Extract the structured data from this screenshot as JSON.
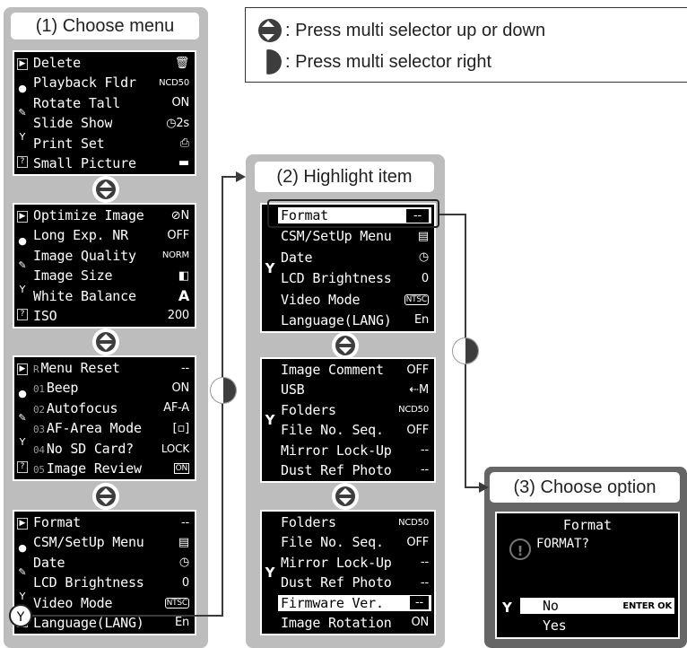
{
  "legend": {
    "updown_text": ": Press multi selector up or down",
    "right_text": ": Press multi selector right"
  },
  "step1": {
    "title": "(1) Choose menu",
    "screens": [
      {
        "rows": [
          {
            "label": "Delete",
            "value": "🗑"
          },
          {
            "label": "Playback Fldr",
            "value": "NCD50"
          },
          {
            "label": "Rotate Tall",
            "value": "ON"
          },
          {
            "label": "Slide Show",
            "value": "◷2s"
          },
          {
            "label": "Print Set",
            "value": "⎙"
          },
          {
            "label": "Small Picture",
            "value": "▬"
          }
        ]
      },
      {
        "rows": [
          {
            "label": "Optimize Image",
            "value": "⊘N"
          },
          {
            "label": "Long Exp. NR",
            "value": "OFF"
          },
          {
            "label": "Image Quality",
            "value": "NORM"
          },
          {
            "label": "Image Size",
            "value": "◧"
          },
          {
            "label": "White Balance",
            "value": "A"
          },
          {
            "label": "ISO",
            "value": "200"
          }
        ]
      },
      {
        "rows": [
          {
            "prefix": "R",
            "label": "Menu Reset",
            "value": "--"
          },
          {
            "prefix": "01",
            "label": "Beep",
            "value": "ON"
          },
          {
            "prefix": "02",
            "label": "Autofocus",
            "value": "AF-A"
          },
          {
            "prefix": "03",
            "label": "AF-Area Mode",
            "value": "[▫]"
          },
          {
            "prefix": "04",
            "label": "No SD Card?",
            "value": "LOCK"
          },
          {
            "prefix": "05",
            "label": "Image Review",
            "value": "ON"
          }
        ]
      },
      {
        "rows": [
          {
            "label": "Format",
            "value": "--"
          },
          {
            "label": "CSM/SetUp Menu",
            "value": "▤"
          },
          {
            "label": "Date",
            "value": "◷"
          },
          {
            "label": "LCD Brightness",
            "value": "0"
          },
          {
            "label": "Video Mode",
            "value": "NTSC"
          },
          {
            "label": "Language(LANG)",
            "value": "En"
          }
        ]
      }
    ]
  },
  "step2": {
    "title": "(2) Highlight item",
    "screens": [
      {
        "rows": [
          {
            "label": "Format",
            "value": "--"
          },
          {
            "label": "CSM/SetUp Menu",
            "value": "▤"
          },
          {
            "label": "Date",
            "value": "◷"
          },
          {
            "label": "LCD Brightness",
            "value": "0"
          },
          {
            "label": "Video Mode",
            "value": "NTSC"
          },
          {
            "label": "Language(LANG)",
            "value": "En"
          }
        ]
      },
      {
        "rows": [
          {
            "label": "Image Comment",
            "value": "OFF"
          },
          {
            "label": "USB",
            "value": "⇠M"
          },
          {
            "label": "Folders",
            "value": "NCD50"
          },
          {
            "label": "File No. Seq.",
            "value": "OFF"
          },
          {
            "label": "Mirror Lock-Up",
            "value": "--"
          },
          {
            "label": "Dust Ref Photo",
            "value": "--"
          }
        ]
      },
      {
        "rows": [
          {
            "label": "Folders",
            "value": "NCD50"
          },
          {
            "label": "File No. Seq.",
            "value": "OFF"
          },
          {
            "label": "Mirror Lock-Up",
            "value": "--"
          },
          {
            "label": "Dust Ref Photo",
            "value": "--"
          },
          {
            "label": "Firmware Ver.",
            "value": "--"
          },
          {
            "label": "Image Rotation",
            "value": "ON"
          }
        ]
      }
    ]
  },
  "step3": {
    "title": "(3) Choose option",
    "heading": "Format",
    "question": "FORMAT?",
    "options": [
      "No",
      "Yes"
    ],
    "enter_label": "ENTER OK"
  }
}
